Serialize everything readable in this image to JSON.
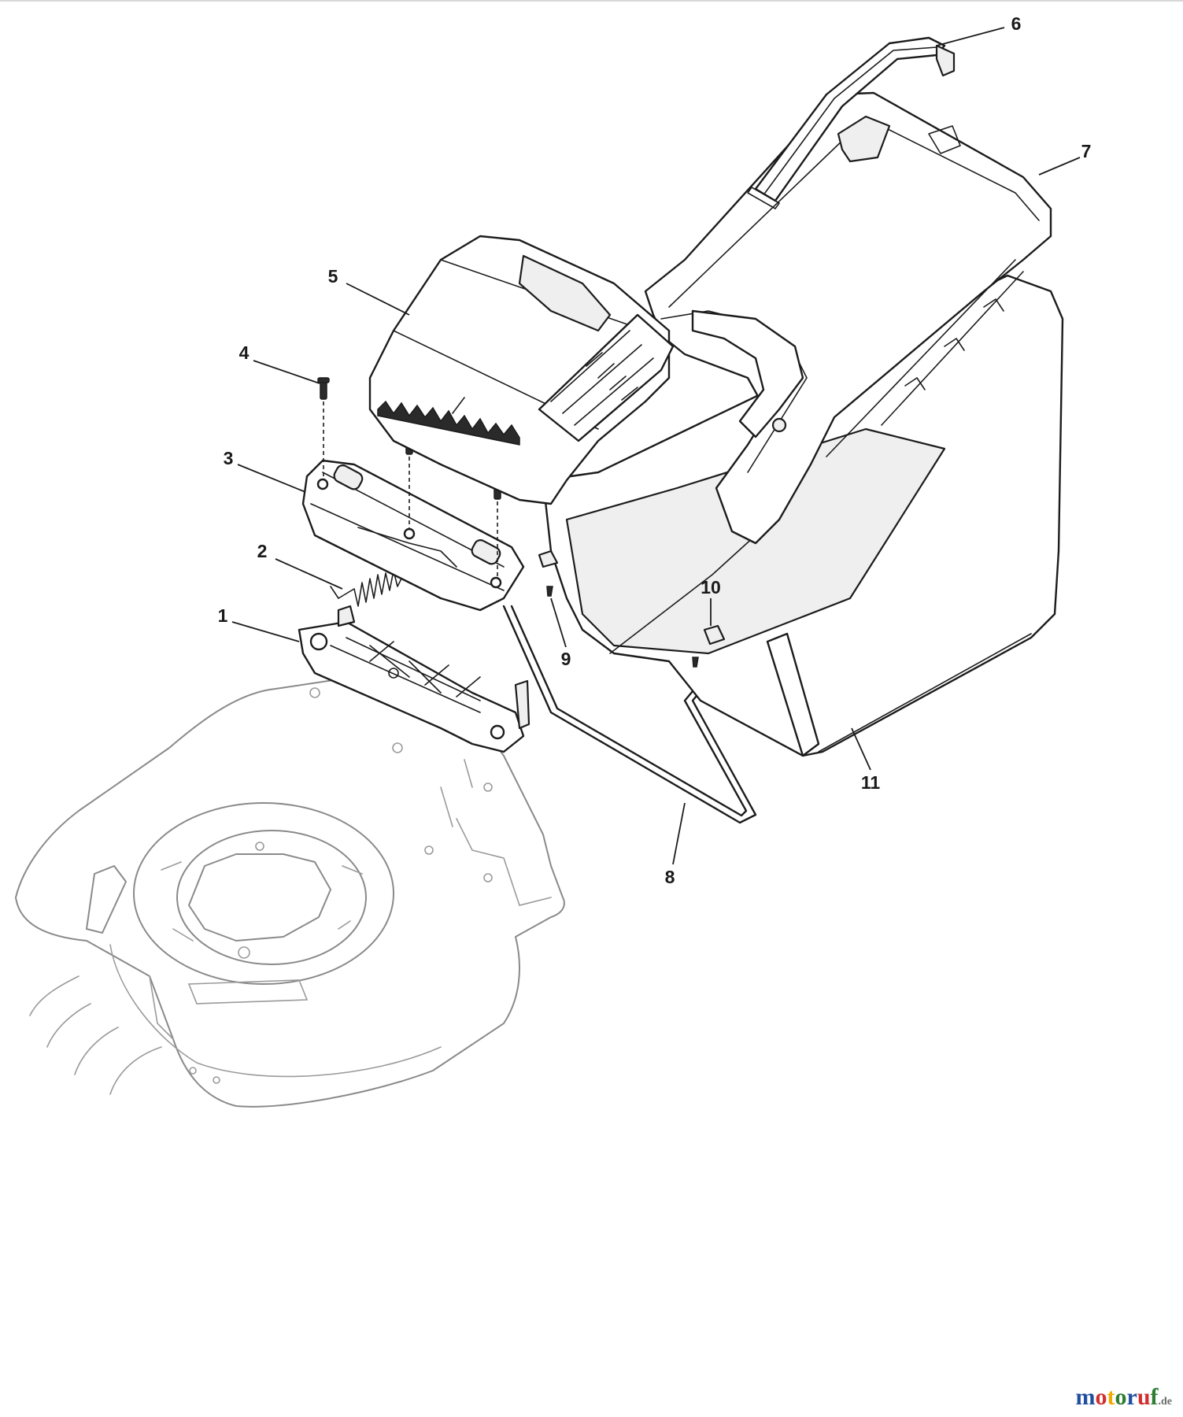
{
  "callouts": {
    "c1": "1",
    "c2": "2",
    "c3": "3",
    "c4": "4",
    "c5": "5",
    "c6": "6",
    "c7": "7",
    "c8": "8",
    "c9": "9",
    "c10": "10",
    "c11": "11"
  },
  "watermark": {
    "letters": [
      "m",
      "o",
      "t",
      "o",
      "r",
      "u",
      "f"
    ],
    "colors": [
      "#1f4e9e",
      "#d32f2f",
      "#f2a900",
      "#2e7d32",
      "#1f4e9e",
      "#d32f2f",
      "#2e7d32"
    ],
    "tld": ".de"
  }
}
